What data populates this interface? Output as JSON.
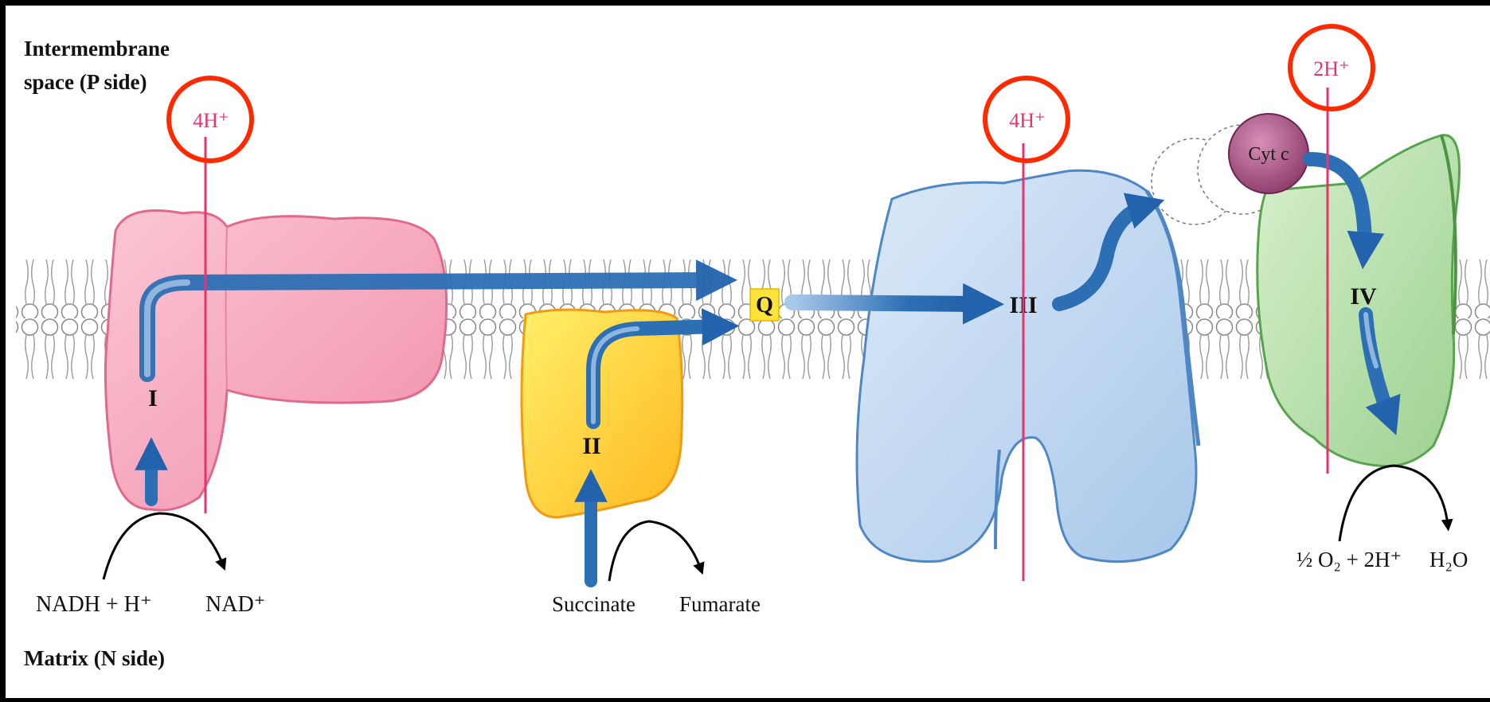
{
  "regions": {
    "intermembrane_line1": "Intermembrane",
    "intermembrane_line2": "space (P side)",
    "matrix": "Matrix (N side)"
  },
  "complexes": {
    "c1": "I",
    "c2": "II",
    "c3": "III",
    "c4": "IV",
    "q": "Q",
    "cyt_c": "Cyt c"
  },
  "protons": {
    "c1": "4H⁺",
    "c3": "4H⁺",
    "c4": "2H⁺"
  },
  "substrates": {
    "nadh": "NADH + H⁺",
    "nad": "NAD⁺",
    "succinate": "Succinate",
    "fumarate": "Fumarate",
    "o2": "½ O₂ + 2H⁺",
    "h2o": "H₂O"
  },
  "colors": {
    "proton_red": "#e8336e",
    "highlight_circle": "#ff2a00",
    "electron_arrow": "#2d6fb5",
    "complex_I": "#f7a8bd",
    "complex_II": "#ffc933",
    "complex_III": "#bcd5f0",
    "complex_IV": "#b9e0b0",
    "cyt_c": "#a5527f"
  }
}
